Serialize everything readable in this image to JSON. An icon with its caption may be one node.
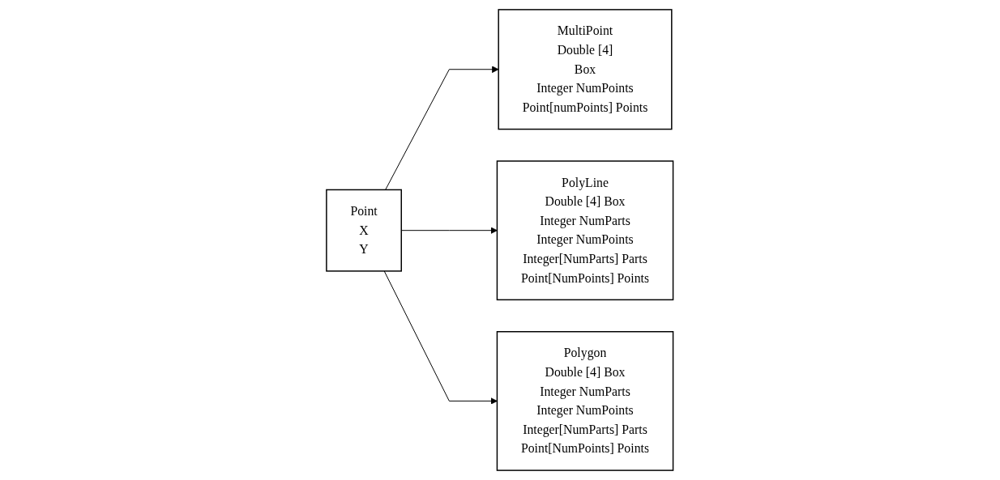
{
  "diagram": {
    "nodes": [
      {
        "text": [
          "Point",
          "X",
          "Y"
        ]
      },
      {
        "text": [
          "MultiPoint",
          "Double [4]",
          "Box",
          "Integer NumPoints",
          "Point[numPoints] Points"
        ]
      },
      {
        "text": [
          "PolyLine",
          "Double [4] Box",
          "Integer NumParts",
          "Integer NumPoints",
          "Integer[NumParts] Parts",
          "Point[NumPoints] Points"
        ]
      },
      {
        "text": [
          "Polygon",
          "Double [4] Box",
          "Integer NumParts",
          "Integer NumPoints",
          "Integer[NumParts] Parts",
          "Point[NumPoints] Points"
        ]
      }
    ],
    "edges": [
      {
        "from": 0,
        "to": 1,
        "arrow": "to"
      },
      {
        "from": 0,
        "to": 2,
        "arrow": "to"
      },
      {
        "from": 0,
        "to": 3,
        "arrow": "to"
      }
    ]
  }
}
